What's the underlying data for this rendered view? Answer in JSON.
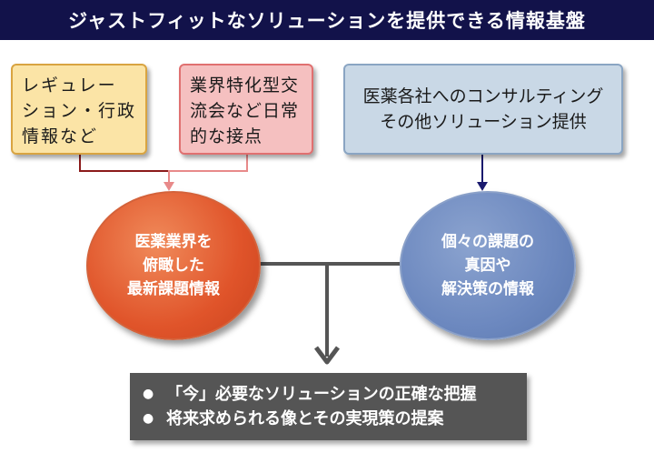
{
  "header": {
    "title": "ジャストフィットなソリューションを提供できる情報基盤"
  },
  "boxes": {
    "regulation": {
      "lines": [
        "レギュレー",
        "ション・行政",
        "情報など"
      ]
    },
    "industry": {
      "lines": [
        "業界特化型交",
        "流会など日常",
        "的な接点"
      ]
    },
    "consulting": {
      "lines": [
        "医薬各社へのコンサルティング",
        "その他ソリューション提供"
      ]
    }
  },
  "circles": {
    "left": {
      "lines": [
        "医薬業界を",
        "俯瞰した",
        "最新課題情報"
      ]
    },
    "right": {
      "lines": [
        "個々の課題の",
        "真因や",
        "解決策の情報"
      ]
    }
  },
  "result": {
    "bullet": "●",
    "items": [
      "「今」必要なソリューションの正確な把握",
      "将来求められる像とその実現策の提案"
    ]
  },
  "colors": {
    "header_bg": "#12124a",
    "yellow_box": "#fbe4a6",
    "pink_box": "#f5c0c0",
    "blue_box": "#c9d8e6",
    "red_circle": "#e0542a",
    "blue_circle": "#6c88bf",
    "result_bg": "#555555",
    "connector_dark_red": "#8b1a1a",
    "connector_pink": "#e88a8a",
    "connector_navy": "#1a1a6e",
    "connector_gray": "#555555"
  }
}
